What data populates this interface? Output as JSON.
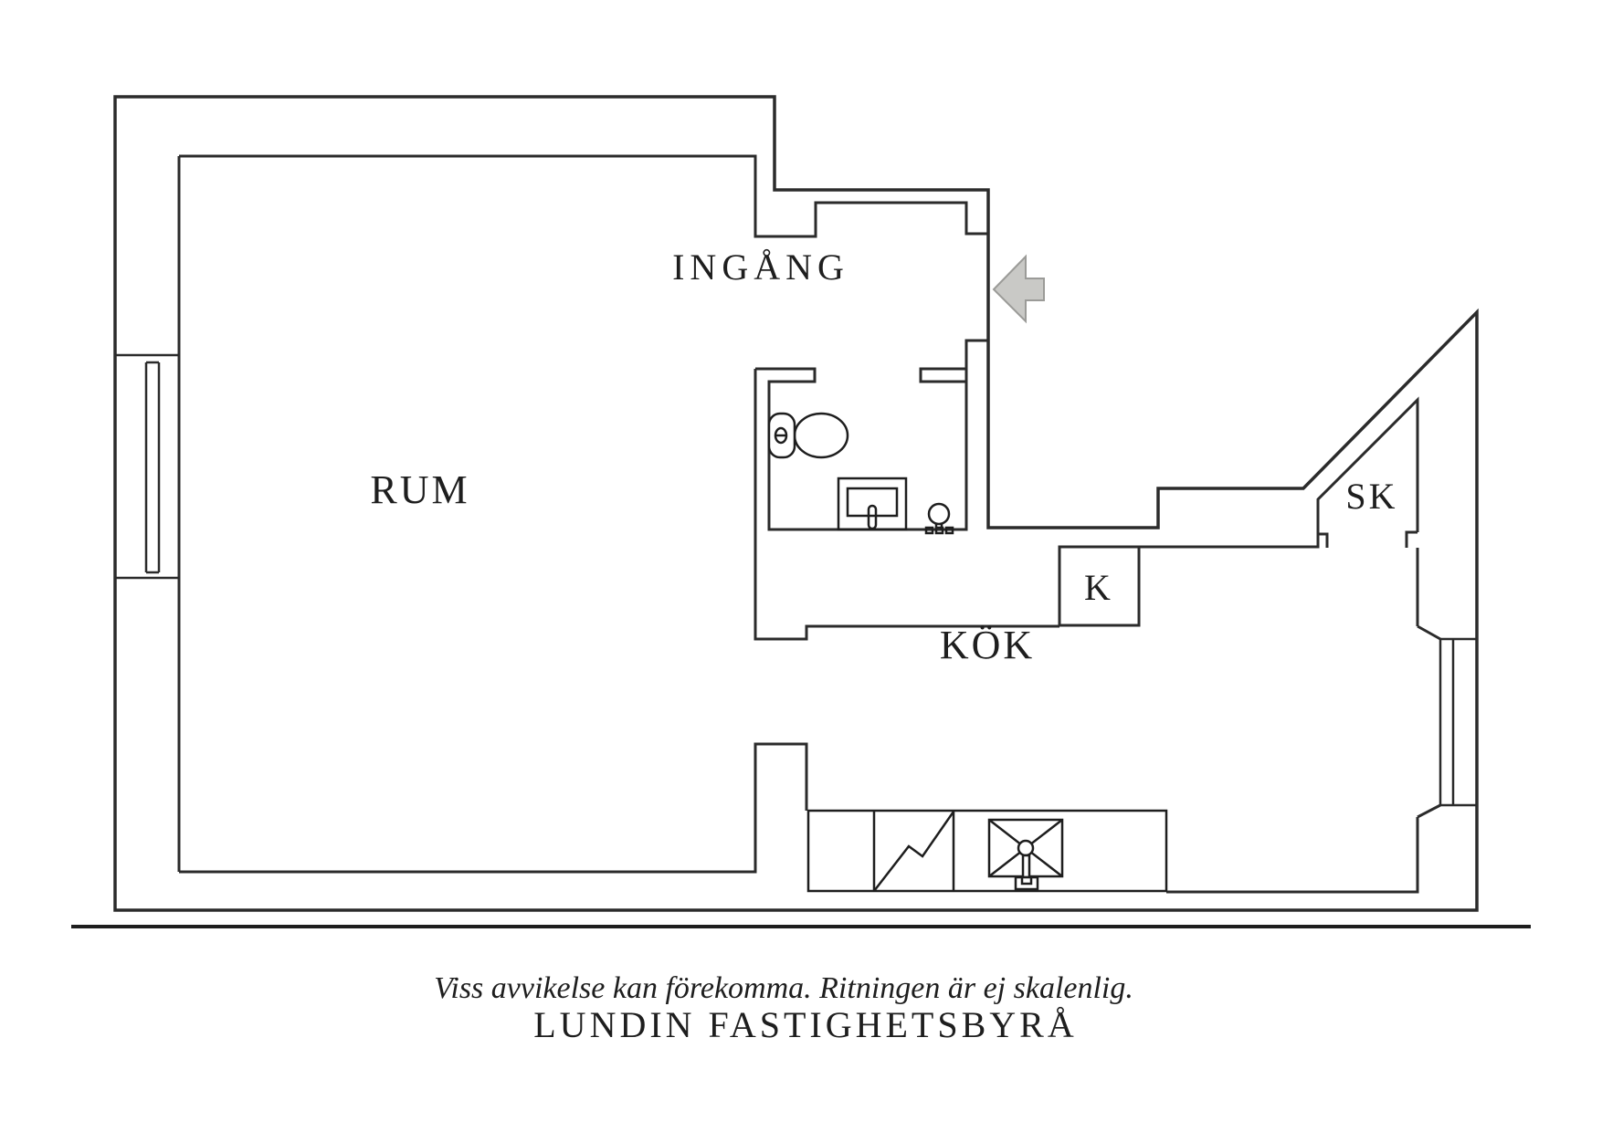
{
  "plan": {
    "type": "apartment-floor-plan",
    "rooms": {
      "rum": {
        "label": "RUM"
      },
      "ingang": {
        "label": "INGÅNG"
      },
      "kok": {
        "label": "KÖK"
      },
      "k": {
        "label": "K"
      },
      "sk": {
        "label": "SK"
      }
    },
    "fixtures": {
      "bathroom": [
        "toilet",
        "washbasin",
        "floor-fixture"
      ],
      "kitchen": [
        "counter",
        "stove",
        "sink"
      ]
    },
    "windows": [
      "left-wall-window",
      "right-wall-window"
    ],
    "entrance_arrow": {
      "direction": "left",
      "meaning": "entry into INGÅNG"
    }
  },
  "colors": {
    "background": "#ffffff",
    "wall_line": "#2b2b2b",
    "fixture_line": "#1e1e1e",
    "arrow_fill": "#c9c9c6",
    "arrow_stroke": "#9b9b98"
  },
  "footer": {
    "disclaimer": "Viss avvikelse kan förekomma. Ritningen är ej skalenlig.",
    "brand": "LUNDIN FASTIGHETSBYRÅ"
  }
}
